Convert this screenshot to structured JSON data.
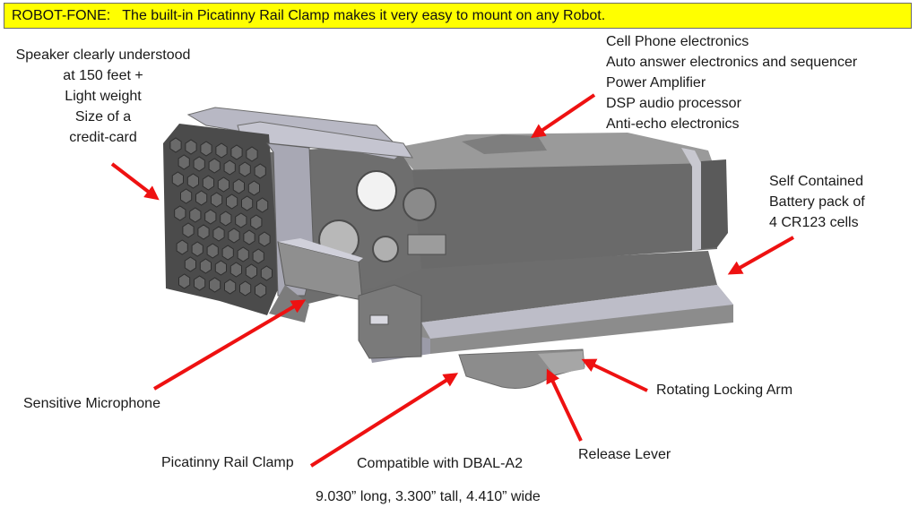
{
  "banner": {
    "text": "ROBOT-FONE:   The built-in Picatinny Rail Clamp makes it very easy to mount on any Robot.",
    "background_color": "#ffff00"
  },
  "callouts": {
    "speaker": {
      "lines": [
        "Speaker clearly understood",
        "at 150 feet +",
        "Light weight",
        "Size of a",
        "credit-card"
      ]
    },
    "electronics": {
      "lines": [
        "Cell Phone electronics",
        "Auto answer electronics and sequencer",
        "Power Amplifier",
        "DSP audio processor",
        "Anti-echo electronics"
      ]
    },
    "battery": {
      "lines": [
        "Self Contained",
        "Battery pack of",
        "4 CR123 cells"
      ]
    },
    "microphone": {
      "text": "Sensitive Microphone"
    },
    "rail_clamp": {
      "text": "Picatinny Rail Clamp"
    },
    "compatibility": {
      "text": "Compatible with DBAL-A2"
    },
    "release_lever": {
      "text": "Release Lever"
    },
    "locking_arm": {
      "text": "Rotating Locking Arm"
    },
    "dimensions": {
      "text": "9.030” long, 3.300” tall, 4.410” wide"
    }
  },
  "colors": {
    "arrow": "#ee1111",
    "device_dark": "#5e5e5e",
    "device_mid": "#8a8a8a",
    "device_light": "#c9c9d6"
  }
}
